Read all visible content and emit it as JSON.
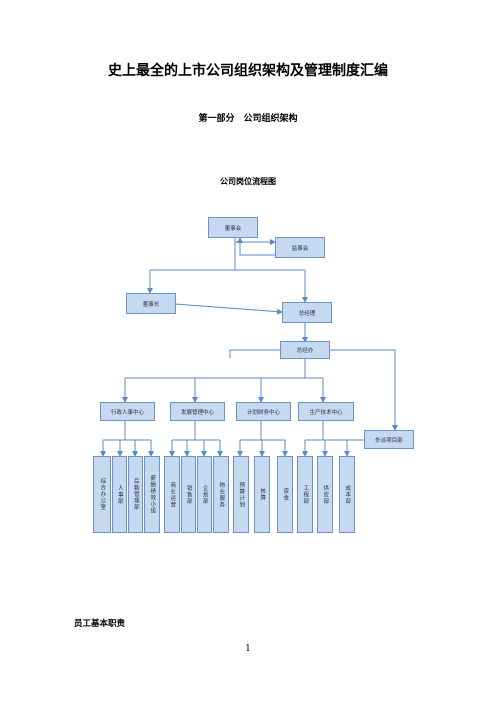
{
  "document": {
    "title": "史上最全的上市公司组织架构及管理制度汇编",
    "part_heading": "第一部分　公司组织架构",
    "chart_title": "公司岗位流程图",
    "section_heading": "员工基本职责",
    "page_number": "1"
  },
  "org": {
    "board": "董事会",
    "supervisors": "监事会",
    "chairman": "董事长",
    "general_manager": "总经理",
    "gm_office": "总经办",
    "centers": [
      "行政人事中心",
      "发展管理中心",
      "计划财务中心",
      "生产技术中心"
    ],
    "external_project": "外派项目部",
    "departments": [
      "综合办公室",
      "人事部",
      "后勤管理部",
      "薪酬绩效小组",
      "商业运营",
      "销售部",
      "企划部",
      "物业服务",
      "预算计划",
      "核算",
      "资金",
      "工程部",
      "供应部",
      "成本部"
    ]
  }
}
